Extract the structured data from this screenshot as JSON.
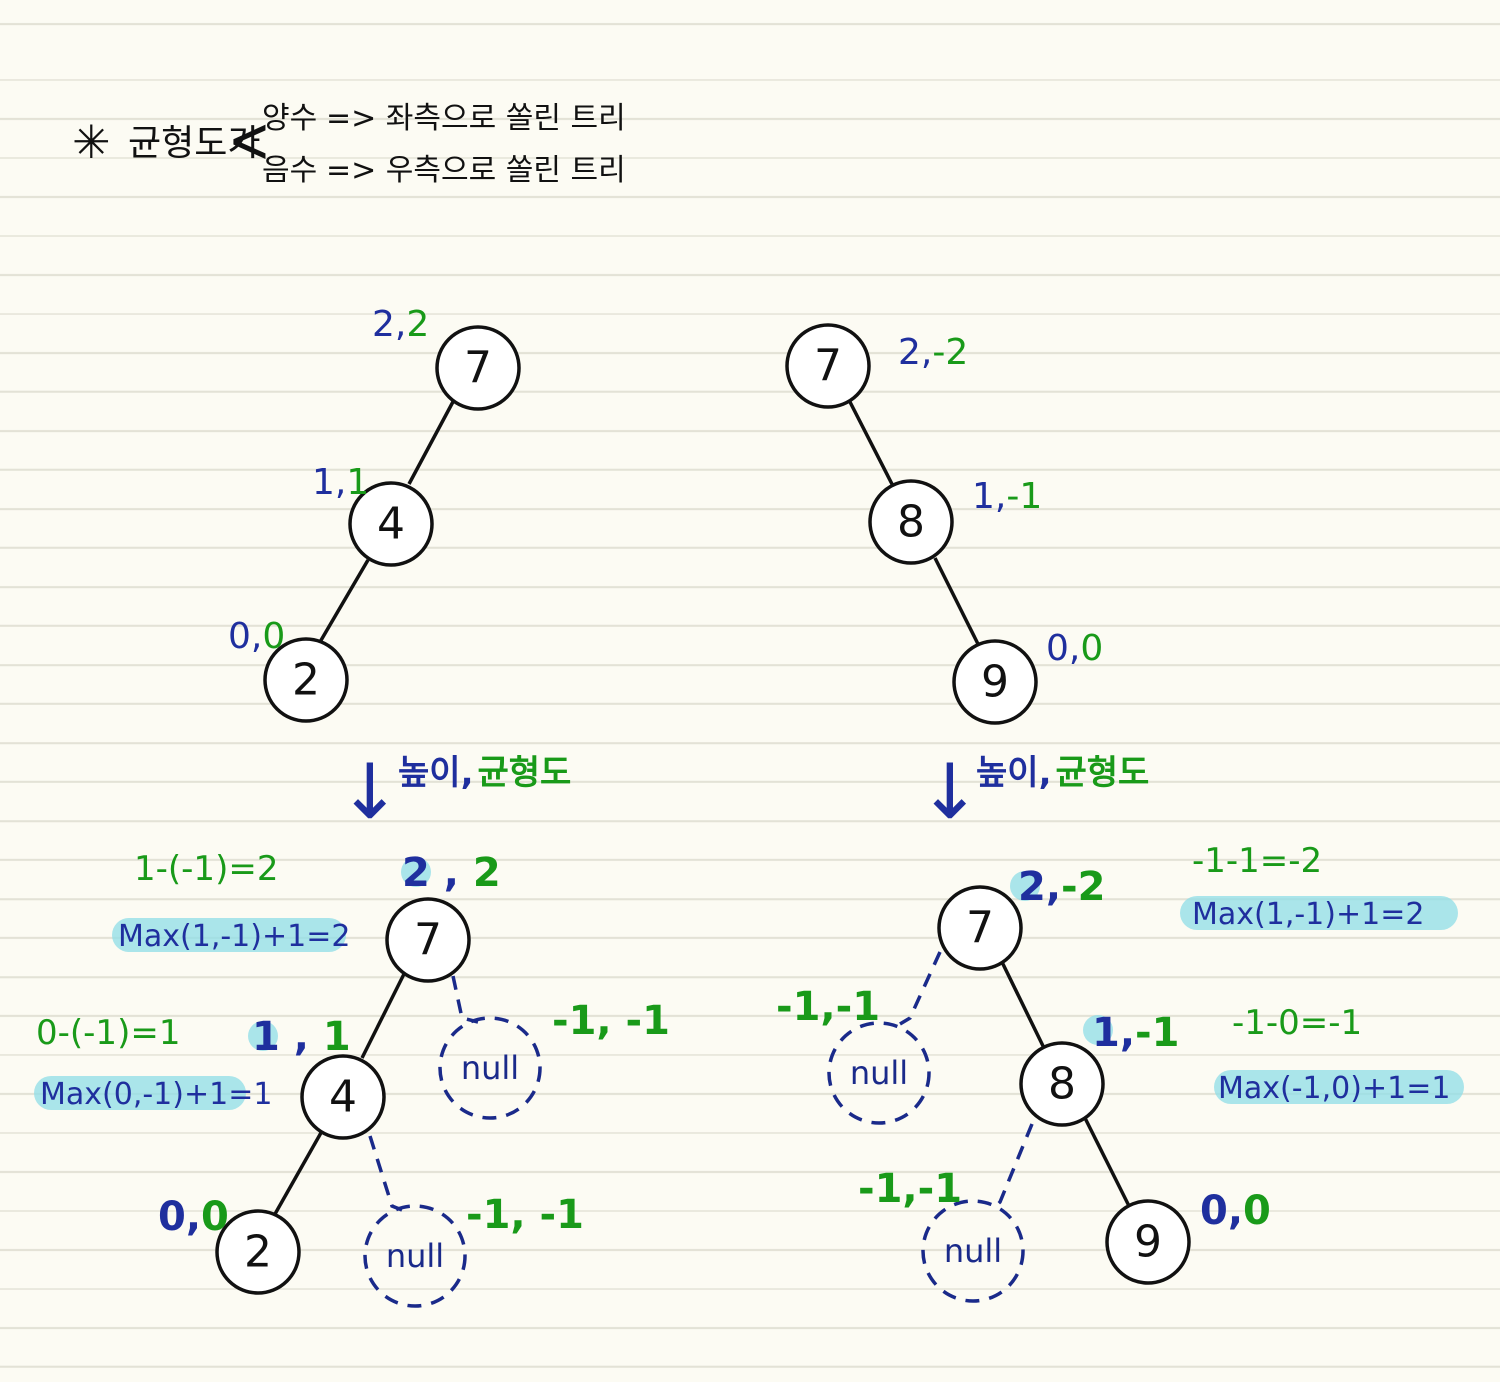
{
  "header": {
    "asterisk": "✳",
    "term": "균형도가",
    "bracket": "<",
    "positive_label": "양수",
    "positive_meaning": "=> 좌측으로 쏠린 트리",
    "negative_label": "음수",
    "negative_meaning": "=> 우측으로 쏠린 트리"
  },
  "top_left_tree": {
    "nodes": [
      "7",
      "4",
      "2"
    ],
    "labels": [
      {
        "height": "2",
        "balance": "2"
      },
      {
        "height": "1",
        "balance": "1"
      },
      {
        "height": "0",
        "balance": "0"
      }
    ]
  },
  "top_right_tree": {
    "nodes": [
      "7",
      "8",
      "9"
    ],
    "labels": [
      {
        "height": "2",
        "balance": "-2"
      },
      {
        "height": "1",
        "balance": "-1"
      },
      {
        "height": "0",
        "balance": "0"
      }
    ]
  },
  "transition": {
    "arrow": "↓",
    "height_word": "높이",
    "comma": ",",
    "balance_word": "균형도"
  },
  "bottom_left_tree": {
    "nodes": [
      "7",
      "4",
      "2"
    ],
    "null_text": "null",
    "node_labels": [
      {
        "height": "2",
        "balance": "2"
      },
      {
        "height": "1",
        "balance": "1"
      },
      {
        "height": "0",
        "balance": "0"
      }
    ],
    "null_labels": [
      "-1, -1",
      "-1, -1"
    ],
    "formulas": {
      "root_balance": "1-(-1)=2",
      "root_height": "Max(1,-1)+1=2",
      "mid_balance": "0-(-1)=1",
      "mid_height": "Max(0,-1)+1=1"
    }
  },
  "bottom_right_tree": {
    "nodes": [
      "7",
      "8",
      "9"
    ],
    "null_text": "null",
    "node_labels": [
      {
        "height": "2",
        "balance": "-2"
      },
      {
        "height": "1",
        "balance": "-1"
      },
      {
        "height": "0",
        "balance": "0"
      }
    ],
    "null_labels": [
      "-1,-1",
      "-1,-1"
    ],
    "formulas": {
      "root_balance": "-1-1=-2",
      "root_height": "Max(1,-1)+1=2",
      "mid_balance": "-1-0=-1",
      "mid_height": "Max(-1,0)+1=1"
    }
  },
  "colors": {
    "height": "#1f2f9e",
    "balance": "#199a19",
    "highlight": "#8fdde7",
    "paper": "#fcfbf3"
  }
}
